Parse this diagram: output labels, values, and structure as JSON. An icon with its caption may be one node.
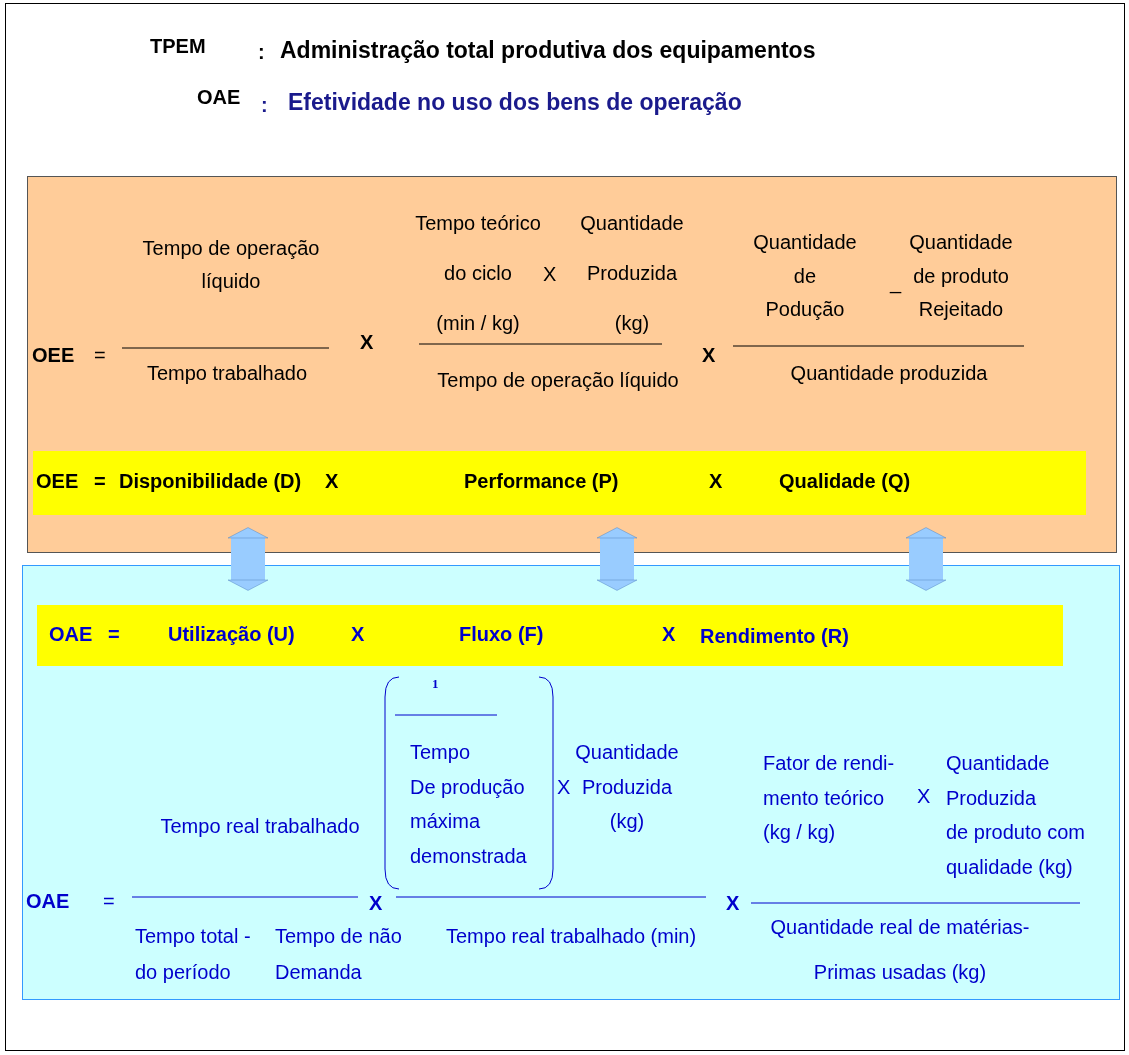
{
  "diagram": {
    "nodes": [
      {
        "text": [
          "Tempo de operação líquido",
          "Tempo trabalhado",
          "Tempo teórico do ciclo (min / kg)",
          "X",
          "Quantidade Produzida (kg)",
          "Tempo de operação líquido",
          "Quantidade de Podução",
          "_",
          "Quantidade de produto Rejeitado",
          "Quantidade produzida",
          "OEE",
          "=",
          "X",
          "X"
        ]
      },
      {
        "text": [
          "OEE",
          "=",
          "Disponibilidade (D)",
          "X",
          "Performance (P)",
          "X",
          "Qualidade (Q)"
        ],
        "in": 0
      },
      {
        "text": [
          "Tempo real trabalhado",
          "1",
          "Tempo De produção máxima demonstrada",
          "X",
          "Quantidade Produzida (kg)",
          "Fator de rendi- mento teórico (kg / kg)",
          "X",
          "Quantidade Produzida de produto com qualidade (kg)",
          "OAE",
          "=",
          "X",
          "X",
          "Tempo total - do período",
          "Tempo de não Demanda",
          "Tempo real trabalhado (min)",
          "Quantidade real de matérias- Primas usadas (kg)"
        ]
      },
      {
        "text": [
          "OAE",
          "=",
          "Utilização (U)",
          "X",
          "Fluxo (F)",
          "X",
          "Rendimento (R)"
        ],
        "in": 2
      }
    ],
    "edges": [
      {
        "from": 1,
        "to": 3,
        "arrow": "both"
      },
      {
        "from": 1,
        "to": 3,
        "arrow": "both"
      },
      {
        "from": 1,
        "to": 3,
        "arrow": "both"
      }
    ],
    "labels": [
      "TPEM",
      ":",
      "Administração total produtiva dos equipamentos",
      "OAE",
      ":",
      "Efetividade no uso dos bens de operação"
    ]
  }
}
